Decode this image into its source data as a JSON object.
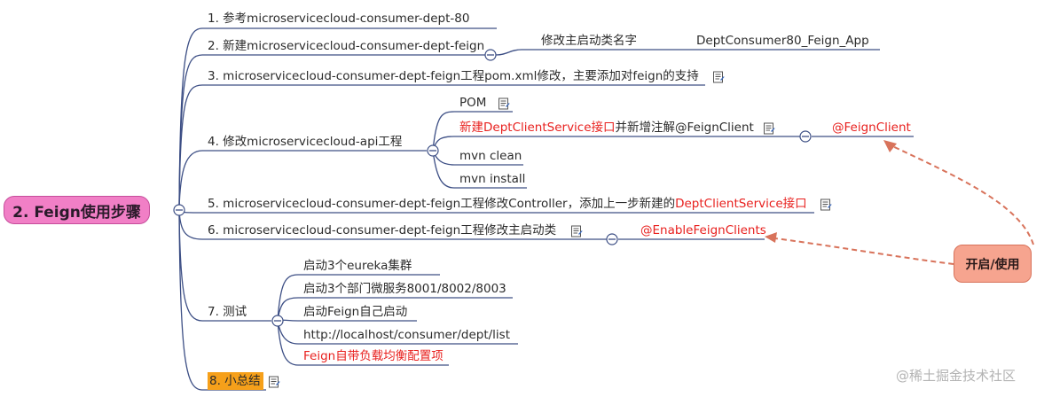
{
  "root": {
    "label": "2. Feign使用步骤"
  },
  "steps": [
    {
      "label": "1. 参考microservicecloud-consumer-dept-80"
    },
    {
      "label": "2. 新建microservicecloud-consumer-dept-feign",
      "child": "修改主启动类名字",
      "grandchild": "DeptConsumer80_Feign_App"
    },
    {
      "label": "3. microservicecloud-consumer-dept-feign工程pom.xml修改，主要添加对feign的支持"
    },
    {
      "label": "4. 修改microservicecloud-api工程",
      "children": {
        "pom": "POM",
        "new_red": "新建DeptClientService接口",
        "new_rest": "并新增注解@FeignClient",
        "annotation": "@FeignClient",
        "clean": "mvn clean",
        "install": "mvn install"
      }
    },
    {
      "label_prefix": "5. microservicecloud-consumer-dept-feign工程修改Controller，添加上一步新建的",
      "label_red": "DeptClientService接口"
    },
    {
      "label": "6. microservicecloud-consumer-dept-feign工程修改主启动类",
      "child": "@EnableFeignClients"
    },
    {
      "label": "7. 测试",
      "children": [
        "启动3个eureka集群",
        "启动3个部门微服务8001/8002/8003",
        "启动Feign自己启动",
        "http://localhost/consumer/dept/list",
        "Feign自带负载均衡配置项"
      ]
    },
    {
      "label": "8. 小总结"
    }
  ],
  "callout": {
    "label": "开启/使用"
  },
  "watermark": "@稀土掘金技术社区",
  "colors": {
    "line": "#3d4f85",
    "red": "#e8201e",
    "root": "#f17fc6",
    "callout": "#f6a48f",
    "highlight": "#f6a01a",
    "arrow": "#d8735b"
  },
  "icons": [
    "note-icon",
    "collapse-icon"
  ]
}
